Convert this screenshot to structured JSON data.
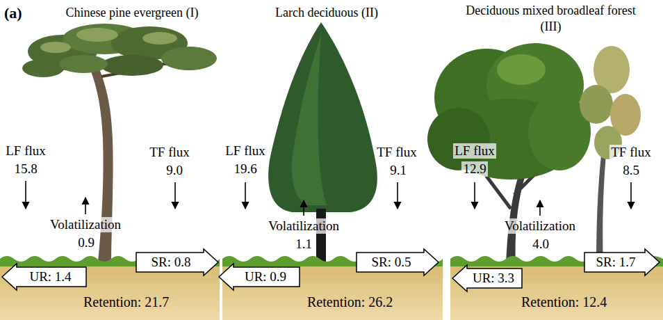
{
  "diagram": {
    "nodes": [
      {
        "text": [
          "SR: 0.8"
        ]
      },
      {
        "text": [
          "UR: 1.4"
        ]
      },
      {
        "text": [
          "Retention: 21.7"
        ]
      },
      {
        "text": [
          "SR: 0.5"
        ]
      },
      {
        "text": [
          "UR: 0.9"
        ]
      },
      {
        "text": [
          "Retention: 26.2"
        ]
      },
      {
        "text": [
          "SR: 1.7"
        ]
      },
      {
        "text": [
          "UR: 3.3"
        ]
      },
      {
        "text": [
          "Retention: 12.4"
        ]
      }
    ],
    "labels": [
      "(a)",
      "Chinese pine evergreen (I)",
      "LF flux",
      "15.8",
      "Volatilization",
      "0.9",
      "TF flux",
      "9.0",
      "Larch deciduous (II)",
      "LF flux",
      "19.6",
      "Volatilization",
      "1.1",
      "TF flux",
      "9.1",
      "Deciduous mixed broadleaf forest (III)",
      "LF flux",
      "12.9",
      "Volatilization",
      "4.0",
      "TF flux",
      "8.5"
    ]
  }
}
